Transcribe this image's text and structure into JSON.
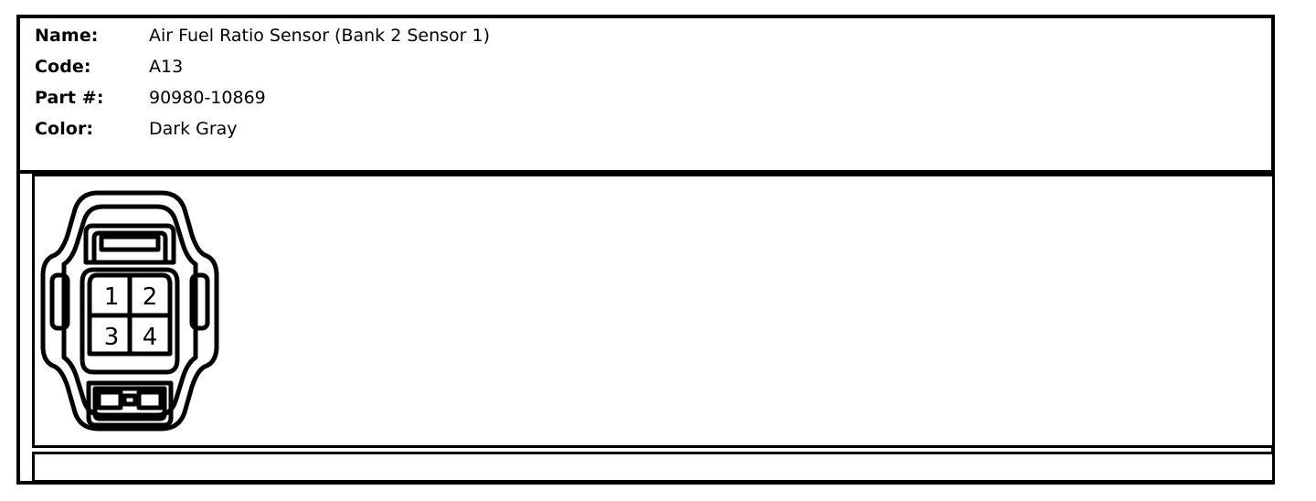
{
  "sheet": {
    "specs": [
      {
        "label": "Name:",
        "value": "Air Fuel Ratio Sensor (Bank 2 Sensor 1)"
      },
      {
        "label": "Code:",
        "value": "A13"
      },
      {
        "label": "Part #:",
        "value": "90980-10869"
      },
      {
        "label": "Color:",
        "value": "Dark Gray"
      }
    ]
  },
  "diagram": {
    "icon": "connector-4-pin-face-view",
    "pins": [
      {
        "number": "1",
        "position": "top-left"
      },
      {
        "number": "2",
        "position": "top-right"
      },
      {
        "number": "3",
        "position": "bottom-left"
      },
      {
        "number": "4",
        "position": "bottom-right"
      }
    ]
  },
  "colors": {
    "line": "#000000",
    "background": "#ffffff"
  }
}
